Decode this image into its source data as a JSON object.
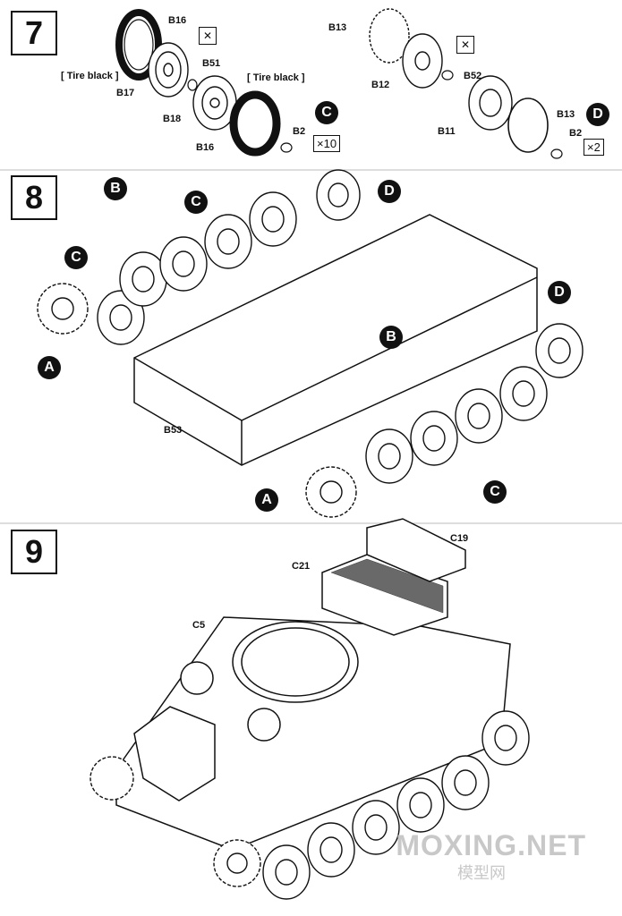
{
  "steps": [
    {
      "number": "7"
    },
    {
      "number": "8"
    },
    {
      "number": "9"
    }
  ],
  "step7": {
    "notes": {
      "tire_black_1": "[ Tire black ]",
      "tire_black_2": "[ Tire black ]"
    },
    "labels": [
      "B16",
      "B51",
      "B17",
      "B18",
      "B16",
      "B2",
      "B13",
      "B52",
      "B12",
      "B11",
      "B13",
      "B2"
    ],
    "badges": {
      "c": "C",
      "d": "D"
    },
    "qty": {
      "c": "×10",
      "d": "×2"
    }
  },
  "step8": {
    "badges": [
      "B",
      "C",
      "C",
      "A",
      "D",
      "B",
      "D",
      "A",
      "C"
    ],
    "labels": [
      "B53"
    ]
  },
  "step9": {
    "labels": [
      "C19",
      "C21",
      "C5"
    ]
  },
  "watermark": {
    "text": "MOXING.NET",
    "sub": "模型网"
  },
  "icons": {
    "glue": "glue-icon"
  }
}
